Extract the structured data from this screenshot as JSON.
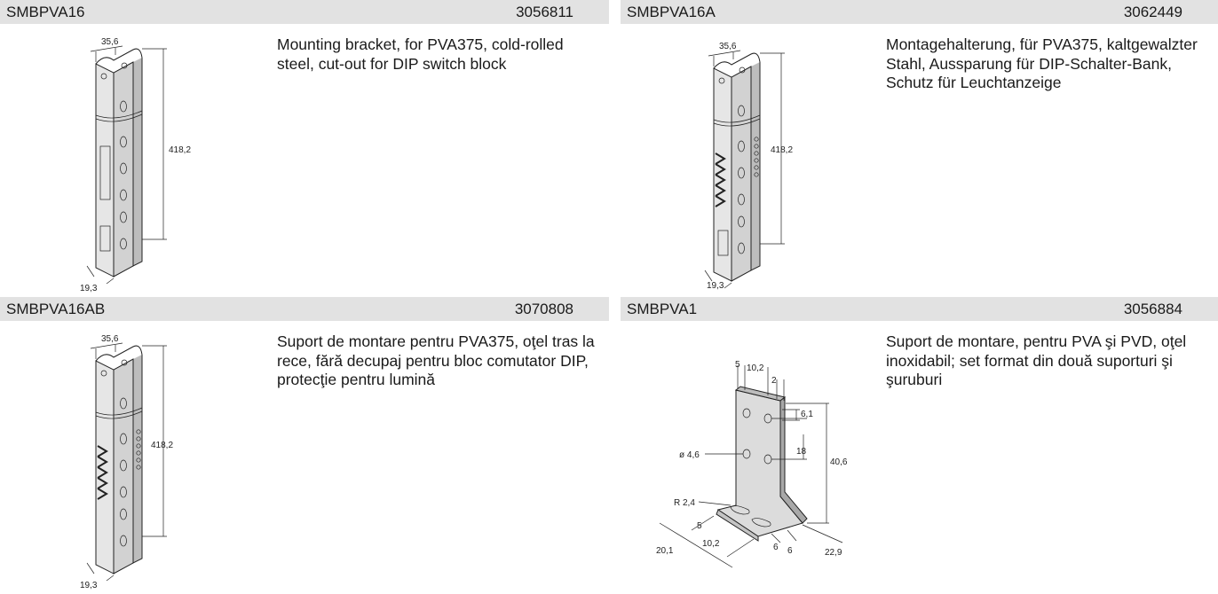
{
  "items": [
    {
      "name": "SMBPVA16",
      "number": "3056811",
      "description": "Mounting bracket, for PVA375, cold-rolled steel, cut-out for DIP switch block",
      "dims": {
        "width": "35,6",
        "height": "418,2",
        "depth": "19,3"
      }
    },
    {
      "name": "SMBPVA16A",
      "number": "3062449",
      "description": "Montagehalterung, für PVA375, kaltgewalzter Stahl, Aussparung für DIP-Schalter-Bank, Schutz für Leuchtanzeige",
      "dims": {
        "width": "35,6",
        "height": "418,2",
        "depth": "19,3"
      }
    },
    {
      "name": "SMBPVA16AB",
      "number": "3070808",
      "description": "Suport de montare pentru PVA375, oţel tras la rece, fără decupaj pentru bloc comutator DIP, protecţie pentru lumină",
      "dims": {
        "width": "35,6",
        "height": "418,2",
        "depth": "19,3"
      }
    },
    {
      "name": "SMBPVA1",
      "number": "3056884",
      "description": "Suport de montare, pentru PVA şi PVD, oţel inoxidabil; set format din două suporturi şi şuruburi",
      "dims": {
        "d1": "5",
        "d2": "10,2",
        "d3": "2",
        "d4": "6,1",
        "hole": "ø 4,6",
        "d5": "18",
        "d6": "40,6",
        "radius": "R 2,4",
        "d7": "5",
        "d8": "10,2",
        "d9": "20,1",
        "d10": "6",
        "d11": "6",
        "d12": "22,9"
      }
    }
  ]
}
